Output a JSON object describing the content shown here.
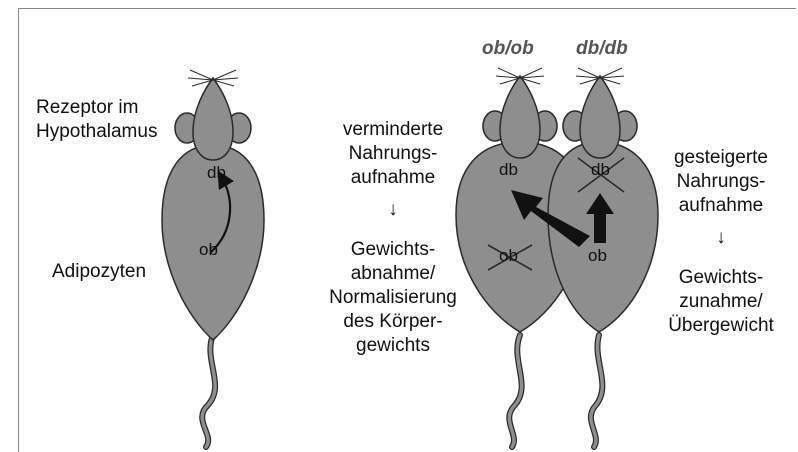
{
  "labels": {
    "rezeptor": "Rezeptor im\nHypothalamus",
    "adipozyten": "Adipozyten"
  },
  "genotypes": {
    "ob_ob": "ob/ob",
    "db_db": "db/db"
  },
  "mice": {
    "db": "db",
    "ob": "ob"
  },
  "middle": {
    "top": "verminderte\nNahrungs-\naufnahme",
    "arrow": "↓",
    "bottom": "Gewichts-\nabnahme/\nNormalisierung\ndes Körper-\ngewichts"
  },
  "right": {
    "top": "gesteigerte\nNahrungs-\naufnahme",
    "arrow": "↓",
    "bottom": "Gewichts-\nzunahme/\nÜbergewicht"
  },
  "colors": {
    "body": "#8e8e8e",
    "outline": "#2a2a2a",
    "arrow": "#111111",
    "genotype_text": "#555555",
    "frame": "#888888"
  }
}
